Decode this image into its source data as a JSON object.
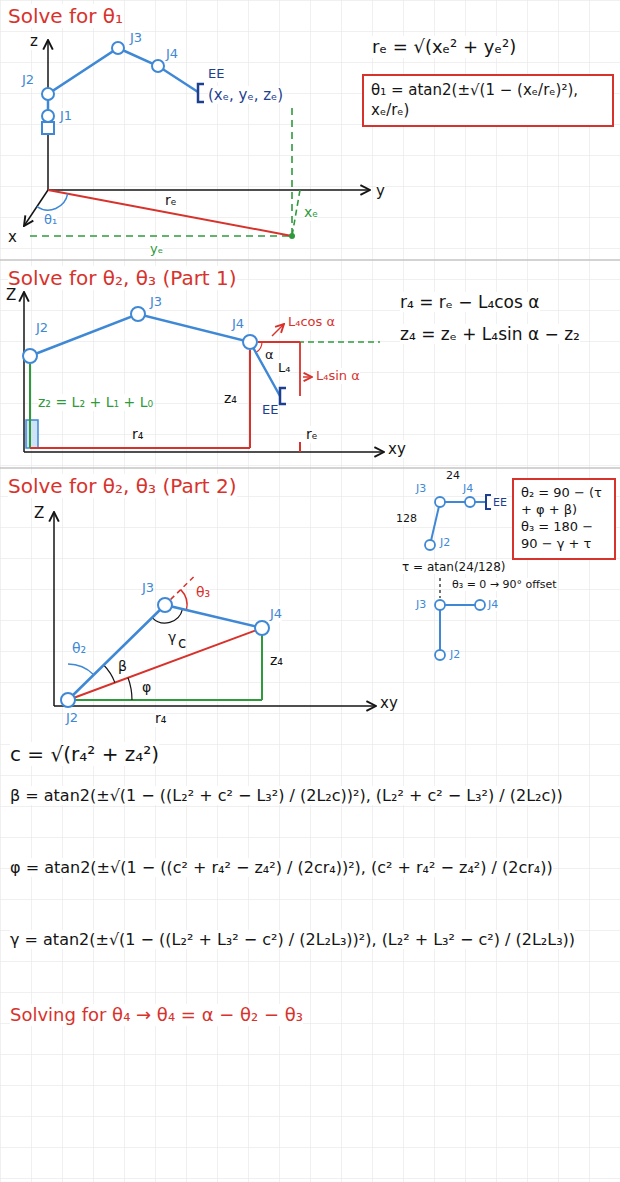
{
  "diagram": {
    "nodes": [
      {
        "text": [
          "θ₁ = atan2(±√(1 − (xₑ/rₑ)²), xₑ/rₑ)"
        ]
      },
      {
        "text": [
          "θ₂ = 90 − (τ + φ + β)",
          "θ₃ = 180 − 90 − γ + τ"
        ]
      }
    ],
    "labels": [
      "Solve for θ₁",
      "z",
      "y",
      "x",
      "J1",
      "J2",
      "J3",
      "J4",
      "EE",
      "(xₑ, yₑ, zₑ)",
      "θ₁",
      "rₑ",
      "xₑ",
      "yₑ",
      "rₑ = √(xₑ² + yₑ²)",
      "Solve for θ₂, θ₃ (Part 1)",
      "Z",
      "xy",
      "J2",
      "J3",
      "J4",
      "EE",
      "z₂ = L₂ + L₁ + L₀",
      "z₄",
      "r₄",
      "rₑ",
      "L₄cos α",
      "α",
      "L₄",
      "L₄sin α",
      "r₄ = rₑ − L₄cos α",
      "z₄ = zₑ + L₄sin α − z₂",
      "Solve for θ₂, θ₃ (Part 2)",
      "Z",
      "xy",
      "J2",
      "J3",
      "J4",
      "θ₂",
      "β",
      "φ",
      "γ",
      "θ₃",
      "c",
      "z₄",
      "r₄",
      "24",
      "J3",
      "J4",
      "EE",
      "128",
      "J2",
      "τ = atan(24/128)",
      "θ₃ = 0 → 90° offset",
      "J3",
      "J4",
      "J2",
      "c = √(r₄² + z₄²)",
      "β = atan2(±√(1 − ((L₂² + c² − L₃²) / (2L₂c))²), (L₂² + c² − L₃²) / (2L₂c))",
      "φ = atan2(±√(1 − ((c² + r₄² − z₄²) / (2cr₄))²), (c² + r₄² − z₄²) / (2cr₄))",
      "γ = atan2(±√(1 − ((L₂² + L₃² − c²) / (2L₂L₃))²), (L₂² + L₃² − c²) / (2L₂L₃))",
      "Solving for θ₄ → θ₄ = α − θ₂ − θ₃"
    ]
  }
}
